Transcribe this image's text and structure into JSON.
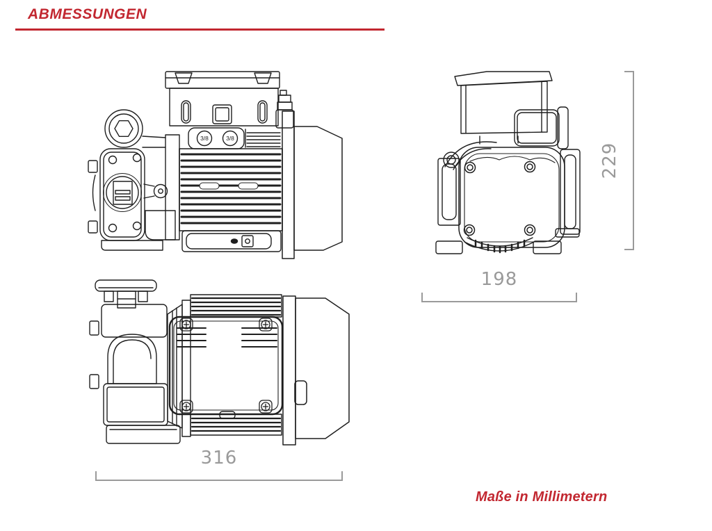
{
  "header": {
    "title": "ABMESSUNGEN"
  },
  "footer": {
    "note": "Maße in Millimetern"
  },
  "dimensions": {
    "height_mm": "229",
    "width_mm": "198",
    "length_mm": "316"
  },
  "side_view": {
    "port_labels": [
      "3/8",
      "3/8"
    ]
  },
  "colors": {
    "accent_red": "#C22730",
    "line_ink": "#1F1F1F",
    "dimension_gray": "#9A9A9A",
    "background": "#FFFFFF"
  }
}
